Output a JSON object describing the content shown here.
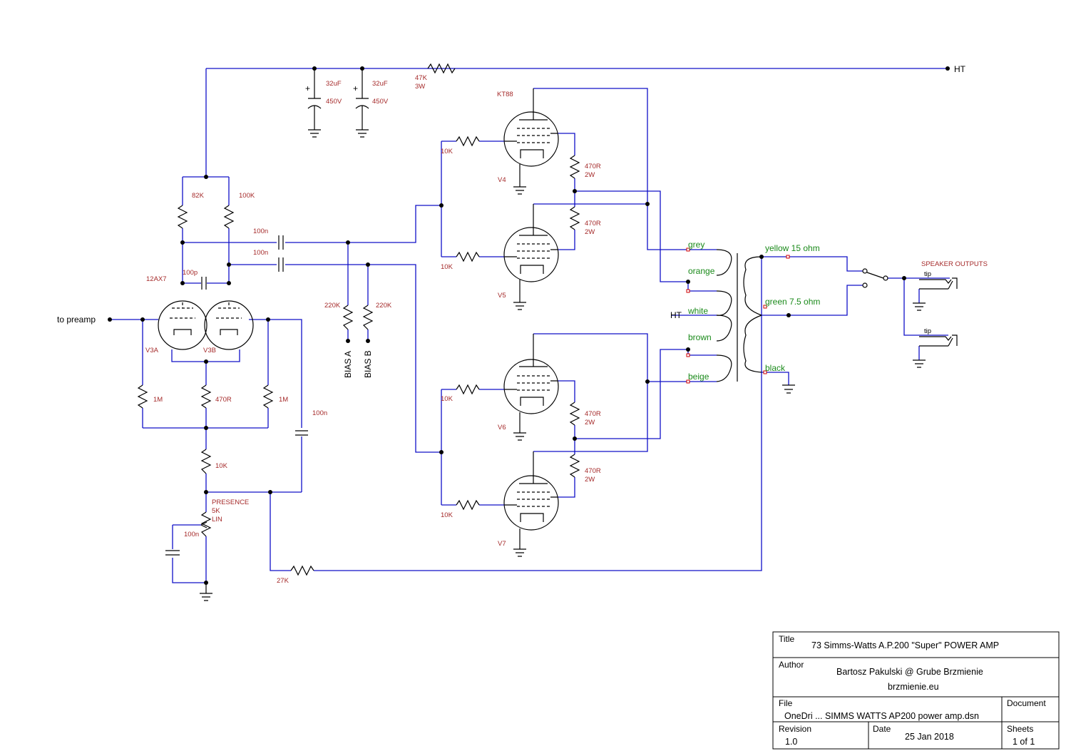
{
  "labels": {
    "ht": "HT",
    "to_preamp": "to preamp",
    "ht_mid": "HT",
    "bias_a": "BIAS A",
    "bias_b": "BIAS B",
    "speaker_outputs": "SPEAKER OUTPUTS",
    "tip1": "tip",
    "tip2": "tip"
  },
  "components": {
    "c_filter1_value": "32uF",
    "c_filter1_voltage": "450V",
    "c_filter2_value": "32uF",
    "c_filter2_voltage": "450V",
    "r_supply_value": "47K",
    "r_supply_power": "3W",
    "r_82k": "82K",
    "r_100k": "100K",
    "c_100n_a": "100n",
    "c_100n_b": "100n",
    "tube_12ax7": "12AX7",
    "c_100p": "100p",
    "v3a": "V3A",
    "v3b": "V3B",
    "r_1m_left": "1M",
    "r_470r_tail": "470R",
    "r_1m_right": "1M",
    "c_100n_presence": "100n",
    "r_10k_tail": "10K",
    "pot_presence": "PRESENCE",
    "pot_value": "5K",
    "pot_taper": "LIN",
    "c_100n_pot": "100n",
    "r_27k": "27K",
    "r_220k_a": "220K",
    "r_220k_b": "220K",
    "kt88": "KT88",
    "v4": "V4",
    "v5": "V5",
    "v6": "V6",
    "v7": "V7",
    "r_grid_v4": "10K",
    "r_grid_v5": "10K",
    "r_grid_v6": "10K",
    "r_grid_v7": "10K",
    "r_screen_v4_value": "470R",
    "r_screen_v4_power": "2W",
    "r_screen_v5_value": "470R",
    "r_screen_v5_power": "2W",
    "r_screen_v6_value": "470R",
    "r_screen_v6_power": "2W",
    "r_screen_v7_value": "470R",
    "r_screen_v7_power": "2W"
  },
  "transformer": {
    "primary": [
      "grey",
      "orange",
      "white",
      "brown",
      "beige"
    ],
    "secondary": [
      "yellow 15 ohm",
      "green 7.5 ohm",
      "black"
    ]
  },
  "title_block": {
    "title_label": "Title",
    "title_value": "73 Simms-Watts A.P.200 \"Super\" POWER AMP",
    "author_label": "Author",
    "author_value": "Bartosz Pakulski @ Grube Brzmienie",
    "author_site": "brzmienie.eu",
    "file_label": "File",
    "file_value": "OneDri ... SIMMS WATTS AP200 power amp.dsn",
    "document_label": "Document",
    "revision_label": "Revision",
    "revision_value": "1.0",
    "date_label": "Date",
    "date_value": "25 Jan 2018",
    "sheets_label": "Sheets",
    "sheets_value": "1 of 1"
  },
  "colors": {
    "wire": "#1010c8",
    "component_label": "#a52a2a",
    "transformer_label": "#1a8a1a",
    "pin": "#d00000",
    "symbol": "#000000"
  }
}
